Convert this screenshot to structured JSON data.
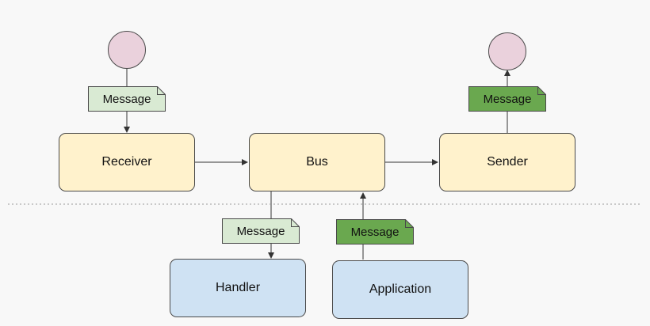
{
  "nodes": {
    "receiver": "Receiver",
    "bus": "Bus",
    "sender": "Sender",
    "handler": "Handler",
    "application": "Application"
  },
  "messages": {
    "receiver_in": "Message",
    "sender_out": "Message",
    "handler_in": "Message",
    "application_out": "Message"
  },
  "colors": {
    "light_message": "#d9ead3",
    "dark_message": "#6aa84f",
    "node_yellow": "#fff2cc",
    "node_blue": "#cfe2f3",
    "endpoint": "#ead1dc"
  }
}
